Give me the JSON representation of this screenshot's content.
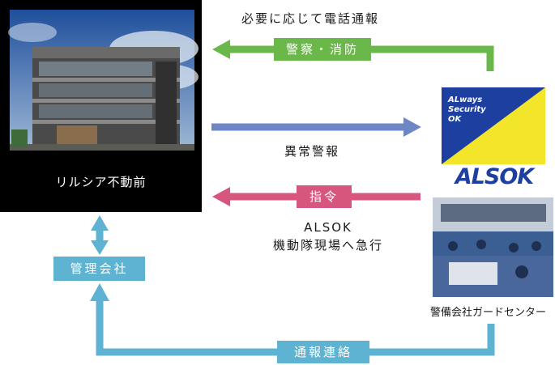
{
  "building": {
    "caption": "リルシア不動前"
  },
  "alsok": {
    "logo_text_lines": [
      "ALways",
      "Security",
      "OK"
    ],
    "wordmark": "ALSOK"
  },
  "center": {
    "caption": "警備会社ガードセンター"
  },
  "notes": {
    "phone": "必要に応じて電話通報",
    "alarm": "異常警報",
    "alsok_line1": "ALSOK",
    "alsok_line2": "機動隊現場へ急行"
  },
  "labels": {
    "police": "警察・消防",
    "command": "指令",
    "management": "管理会社",
    "report": "通報連絡"
  },
  "colors": {
    "green": "#6bb84a",
    "blue_arrow": "#6d86c4",
    "pink": "#d6567e",
    "light_blue": "#5fb3d2",
    "logo_navy": "#1d3fa0",
    "logo_yellow": "#f2e52a"
  }
}
